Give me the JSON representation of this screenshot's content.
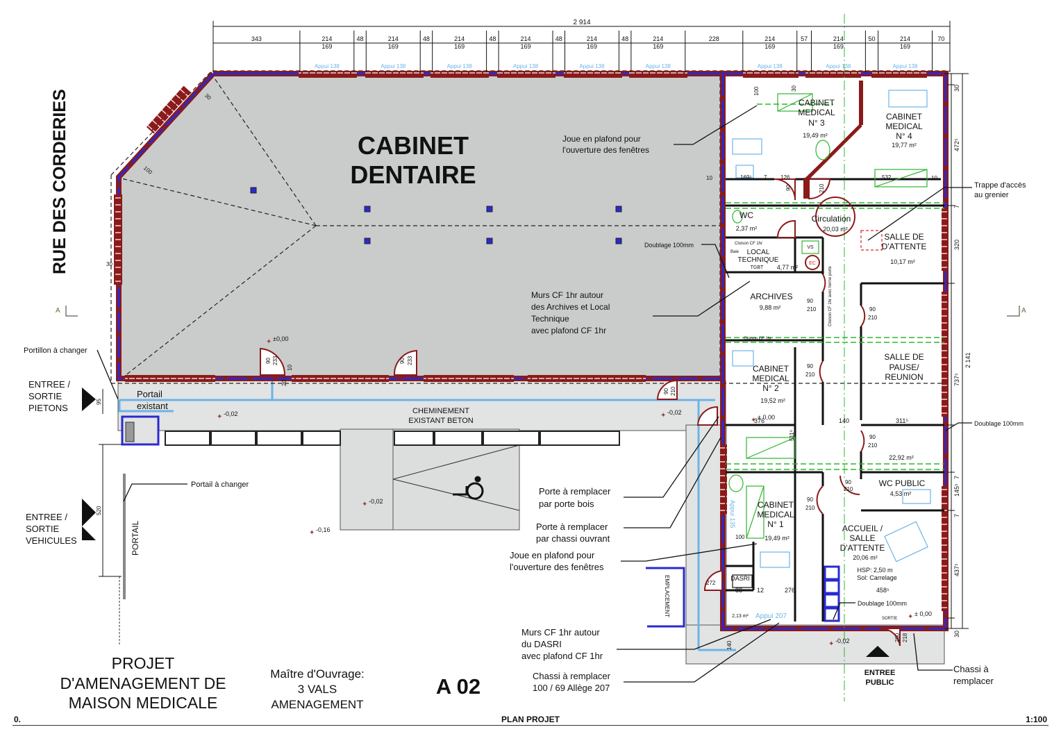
{
  "street": "RUE DES CORDERIES",
  "dentaire": {
    "line1": "CABINET",
    "line2": "DENTAIRE"
  },
  "total_width": "2 914",
  "top_dims": [
    {
      "v": "343",
      "s": ""
    },
    {
      "v": "214",
      "s": "169"
    },
    {
      "v": "48",
      "s": ""
    },
    {
      "v": "214",
      "s": "169"
    },
    {
      "v": "48",
      "s": ""
    },
    {
      "v": "214",
      "s": "169"
    },
    {
      "v": "48",
      "s": ""
    },
    {
      "v": "214",
      "s": "169"
    },
    {
      "v": "48",
      "s": ""
    },
    {
      "v": "214",
      "s": "169"
    },
    {
      "v": "48",
      "s": ""
    },
    {
      "v": "214",
      "s": "169"
    },
    {
      "v": "228",
      "s": ""
    },
    {
      "v": "214",
      "s": "169"
    },
    {
      "v": "57",
      "s": ""
    },
    {
      "v": "214",
      "s": "169"
    },
    {
      "v": "50",
      "s": ""
    },
    {
      "v": "214",
      "s": "169"
    },
    {
      "v": "70",
      "s": ""
    }
  ],
  "appui": "Appui 138",
  "right_dims": {
    "d30a": "30",
    "d472": "472⁵",
    "d7a": "7",
    "d320": "320",
    "d737": "737⁵",
    "d7b": "7",
    "d145": "145⁵",
    "d7c": "7",
    "d437": "437⁵",
    "d30b": "30",
    "total": "2 141"
  },
  "rooms": {
    "cab3": {
      "l1": "CABINET",
      "l2": "MEDICAL",
      "l3": "N° 3",
      "area": "19,49 m²"
    },
    "cab4": {
      "l1": "CABINET",
      "l2": "MEDICAL",
      "l3": "N° 4",
      "area": "19,77 m²"
    },
    "wc": {
      "l1": "WC",
      "area": "2,37 m²"
    },
    "circ": {
      "l1": "Circulation",
      "area": "20,03 m²"
    },
    "attente": {
      "l1": "SALLE DE",
      "l2": "D'ATTENTE",
      "area": "10,17 m²"
    },
    "local": {
      "l1": "LOCAL",
      "l2": "TECHNIQUE",
      "tgbt": "TGBT",
      "area": "4,77 m²",
      "cloison": "Cloison CF 1hr",
      "baie": "Baie",
      "vs": "VS",
      "ec": "EC"
    },
    "archives": {
      "l1": "ARCHIVES",
      "area": "9,88 m²"
    },
    "cab2": {
      "l1": "CABINET",
      "l2": "MEDICAL",
      "l3": "N° 2",
      "area": "19,52 m²"
    },
    "pause": {
      "l1": "SALLE DE",
      "l2": "PAUSE/",
      "l3": "REUNION"
    },
    "couloir": {
      "area": "22,92 m²"
    },
    "wcpub": {
      "l1": "WC PUBLIC",
      "area": "4,53 m²"
    },
    "cab1": {
      "l1": "CABINET",
      "l2": "MEDICAL",
      "l3": "N° 1",
      "area": "19,49 m²"
    },
    "accueil": {
      "l1": "ACCUEIL /",
      "l2": "SALLE",
      "l3": "D'ATTENTE",
      "area": "20,06 m²",
      "hsp": "HSP: 2,50 m",
      "sol": "Sol: Carrelage"
    },
    "dasri": {
      "l1": "DASRI",
      "area": "2,13 m²"
    }
  },
  "annotations": {
    "joue1": [
      "Joue en plafond pour",
      "l'ouverture des fenêtres"
    ],
    "trappe": [
      "Trappe d'accès",
      "au  grenier"
    ],
    "doublage": "Doublage 100mm",
    "murs1": [
      "Murs CF 1hr autour",
      "des Archives et Local",
      "Technique",
      "avec plafond CF 1hr"
    ],
    "portillon": "Portillon à changer",
    "portail_existant": [
      "Portail",
      "existant"
    ],
    "cheminement": [
      "CHEMINEMENT",
      "EXISTANT BETON"
    ],
    "portail_changer": "Portail à changer",
    "portail": "PORTAIL",
    "porte_bois": [
      "Porte à remplacer",
      "par porte bois"
    ],
    "porte_chassi": [
      "Porte à remplacer",
      "par chassi ouvrant"
    ],
    "joue2": [
      "Joue en plafond pour",
      "l'ouverture des fenêtres"
    ],
    "murs2": [
      "Murs CF 1hr autour",
      "du DASRI",
      "avec plafond CF 1hr"
    ],
    "chassi_remplacer": [
      "Chassi à remplacer",
      "100 / 69 Allège 207"
    ],
    "chassi_a": [
      "Chassi à",
      "remplacer"
    ],
    "entree_public": [
      "ENTREE",
      "PUBLIC"
    ],
    "pietons": [
      "ENTREE /",
      "SORTIE",
      "PIETONS"
    ],
    "vehicules": [
      "ENTREE /",
      "SORTIE",
      "VEHICULES"
    ],
    "emplacement": "EMPLACEMENT",
    "sortie": "SORTIE",
    "appui135": "Appui 135",
    "appui207": "Appui 207",
    "cloison_cf": "Cloison CF 1hr",
    "cloison_cf2": "Cloison CF 1hr avec ferme porte"
  },
  "levels": [
    "±0,00",
    "-0,02",
    "-0,02",
    "-0,02",
    "-0,16",
    "± 0,00",
    "± 0,00",
    "-0,02"
  ],
  "dims_misc": {
    "d100a": "100",
    "d30a": "30",
    "d30b": "30",
    "d30c": "30",
    "d100b": "100",
    "d10a": "10",
    "d169": "169⁵",
    "d7": "7",
    "d126": "126",
    "d532": "532",
    "d10b": "10",
    "d90": "90",
    "d210": "210",
    "d233": "233",
    "d20": "20",
    "d10": "10",
    "d95": "95",
    "d520": "520",
    "d376": "376",
    "d140": "140",
    "d311": "311⁵",
    "d511": "511⁵",
    "d88": "88",
    "d12": "12",
    "d276": "276",
    "d458": "458⁵",
    "d272": "272",
    "d140b": "140",
    "d100c": "100",
    "d260": "260",
    "d218": "218"
  },
  "section_mark": "A",
  "title_block": {
    "project": [
      "PROJET",
      "D'AMENAGEMENT DE",
      "MAISON MEDICALE"
    ],
    "maitre": [
      "Maître d'Ouvrage:",
      "3 VALS",
      "AMENAGEMENT"
    ],
    "sheet": "A 02",
    "footer_left": "0.",
    "footer_center": "PLAN PROJET",
    "footer_right": "1:100"
  },
  "colors": {
    "wall_blue": "#2a2ad0",
    "wall_red": "#8b1a1a",
    "floor_grey": "#c9ccca",
    "path_grey": "#e2e3e3",
    "glass_blue": "#6ab4e8",
    "green": "#2fb52f"
  }
}
